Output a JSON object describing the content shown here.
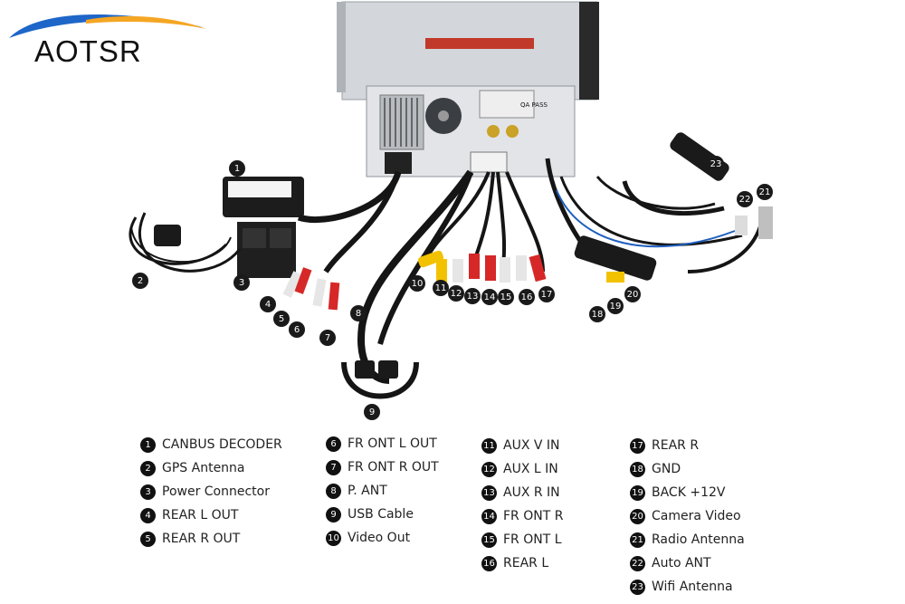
{
  "brand": {
    "name": "AOTSR",
    "swoosh_color": "#1e66c8",
    "swoosh_accent": "#f5a623"
  },
  "unit": {
    "top_label": "",
    "badge_text": "QA PASS"
  },
  "callouts": [
    "1",
    "2",
    "3",
    "4",
    "5",
    "6",
    "7",
    "8",
    "9",
    "10",
    "11",
    "12",
    "13",
    "14",
    "15",
    "16",
    "17",
    "18",
    "19",
    "20",
    "21",
    "22",
    "23"
  ],
  "legend": {
    "col1": [
      {
        "num": "1",
        "label": "CANBUS DECODER"
      },
      {
        "num": "2",
        "label": "GPS Antenna"
      },
      {
        "num": "3",
        "label": "Power Connector"
      },
      {
        "num": "4",
        "label": "REAR L OUT"
      },
      {
        "num": "5",
        "label": "REAR R OUT"
      }
    ],
    "col2": [
      {
        "num": "6",
        "label": "FR ONT L OUT"
      },
      {
        "num": "7",
        "label": "FR ONT R OUT"
      },
      {
        "num": "8",
        "label": "P. ANT"
      },
      {
        "num": "9",
        "label": "USB Cable"
      },
      {
        "num": "10",
        "label": "Video Out"
      }
    ],
    "col3": [
      {
        "num": "11",
        "label": "AUX  V IN"
      },
      {
        "num": "12",
        "label": "AUX  L IN"
      },
      {
        "num": "13",
        "label": "AUX  R IN"
      },
      {
        "num": "14",
        "label": "FR ONT R"
      },
      {
        "num": "15",
        "label": "FR ONT L"
      },
      {
        "num": "16",
        "label": "REAR L"
      }
    ],
    "col4": [
      {
        "num": "17",
        "label": "REAR R"
      },
      {
        "num": "18",
        "label": "GND"
      },
      {
        "num": "19",
        "label": "BACK +12V"
      },
      {
        "num": "20",
        "label": "Camera Video"
      },
      {
        "num": "21",
        "label": "Radio Antenna"
      },
      {
        "num": "22",
        "label": "Auto ANT"
      },
      {
        "num": "23",
        "label": "Wifi Antenna"
      }
    ]
  },
  "colors": {
    "rca_red": "#d62828",
    "rca_white": "#e6e6e6",
    "rca_yellow": "#f2c200",
    "cable": "#151515",
    "blue_wire": "#1f5fbf",
    "unit_metal": "#c9ccd0"
  }
}
